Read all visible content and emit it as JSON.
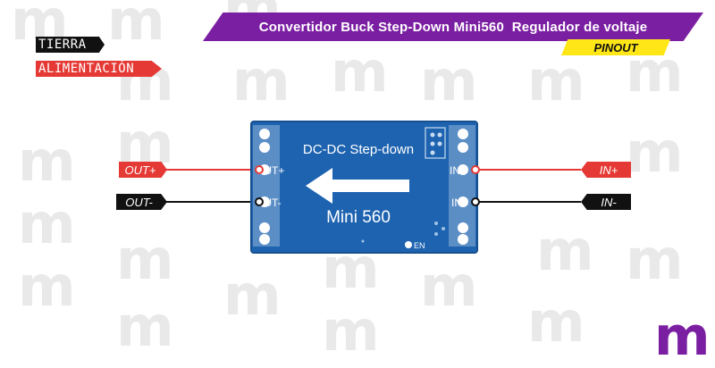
{
  "title": "Convertidor Buck Step-Down Mini560  Regulador de voltaje",
  "subtitle": "PINOUT",
  "legend": {
    "ground": "TIERRA",
    "power": "ALIMENTACIÓN"
  },
  "board": {
    "header": "DC-DC Step-down",
    "name": "Mini 560",
    "pin_out_plus": "OUT+",
    "pin_out_minus": "OUT-",
    "pin_in_plus": "IN+",
    "pin_in_minus": "IN-",
    "pin_en": "EN"
  },
  "pins": {
    "out_plus": "OUT+",
    "out_minus": "OUT-",
    "in_plus": "IN+",
    "in_minus": "IN-"
  },
  "watermark": "m",
  "logo": "m",
  "colors": {
    "banner": "#7b1fa2",
    "pinout": "#ffe617",
    "power": "#e53935",
    "ground": "#111111",
    "board": "#1e63b0"
  }
}
